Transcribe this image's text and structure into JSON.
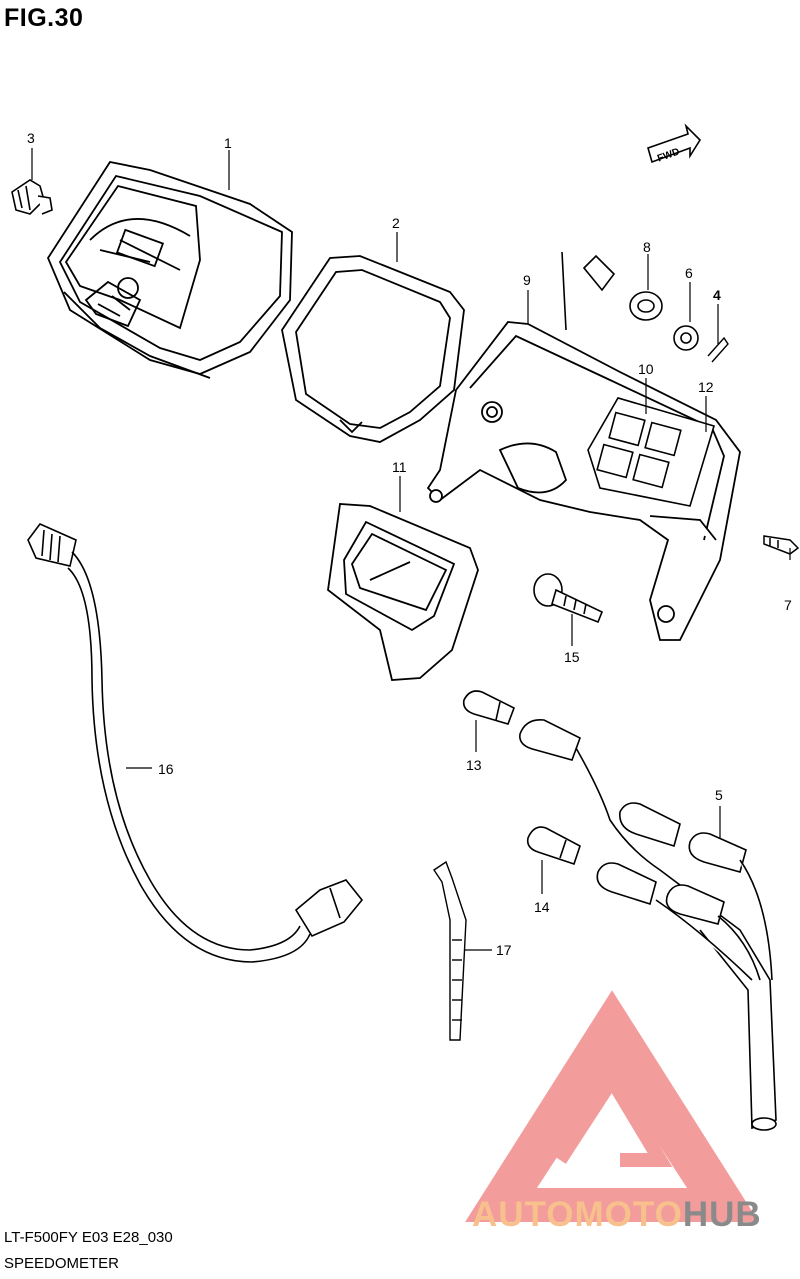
{
  "figure": {
    "title": "FIG.30",
    "model_code": "LT-F500FY E03 E28_030",
    "section_name": "SPEEDOMETER",
    "fwd_label": "FWD"
  },
  "callouts": [
    "1",
    "2",
    "3",
    "4",
    "5",
    "6",
    "7",
    "8",
    "9",
    "10",
    "11",
    "12",
    "13",
    "14",
    "15",
    "16",
    "17"
  ],
  "watermark": {
    "part_a": "AUTOMOTO",
    "part_b": "HUB",
    "logo_color": "#f28b8b",
    "text_color_a": "#f7c08c",
    "text_color_b": "#8a8a8a"
  }
}
